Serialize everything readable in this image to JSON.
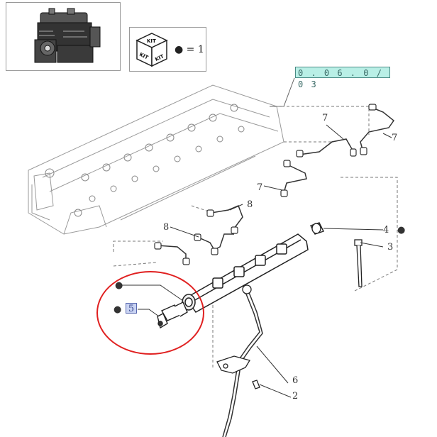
{
  "header": {
    "engine_thumbnail_icon": "engine-icon",
    "kit_legend": {
      "kit_label_top": "KIT",
      "kit_label_left": "KIT",
      "kit_label_right": "KIT",
      "bullet": "●",
      "equals_text": "= 1"
    },
    "reference_code": "0 . 0 6 . 0 / 0 3"
  },
  "callouts": {
    "c1": "",
    "c2": "2",
    "c3": "3",
    "c4": "4",
    "c5": "5",
    "c6": "6",
    "c7a": "7",
    "c7b": "7",
    "c7c": "7",
    "c8a": "8",
    "c8b": "8"
  },
  "bullets": {
    "b4": "●",
    "b1": "●",
    "b5": "●"
  },
  "colors": {
    "highlight_circle": "#e02020",
    "ref_box_fill": "#b9efe6",
    "selected_fill": "#c9d3f2",
    "line": "#333333"
  }
}
